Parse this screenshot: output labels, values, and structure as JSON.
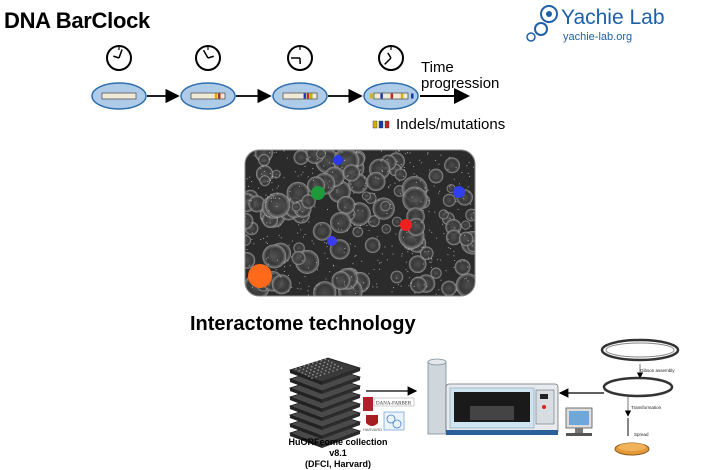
{
  "title": "DNA BarClock",
  "logo": {
    "name": "Yachie Lab",
    "url": "yachie-lab.org"
  },
  "timeline": {
    "time_label_line1": "Time",
    "time_label_line2": "progression",
    "legend_label": "Indels/mutations",
    "stages": [
      {
        "marks": []
      },
      {
        "marks": [
          "#d4b000",
          "#c0281e"
        ]
      },
      {
        "marks": [
          "#1a3aa8",
          "#c0281e",
          "#d4b000"
        ]
      },
      {
        "marks": [
          "#d4b000",
          "#1a3aa8",
          "#c0281e",
          "#d4b000",
          "#1a3aa8"
        ]
      }
    ],
    "legend_colors": [
      "#d4b000",
      "#1a3aa8",
      "#c0281e"
    ]
  },
  "section2_title": "Interactome technology",
  "collection_line1": "HuORFeome collection v8.1",
  "collection_line2": "(DFCI, Harvard)",
  "inst_label1": "DANA-FARBER",
  "inst_label2": "HARVARD",
  "step_labels": [
    "Gibson assembly",
    "Transformation",
    "Spread"
  ],
  "colors": {
    "accent": "#1f5fa8",
    "cell_fill": "#aecbe8",
    "cell_stroke": "#2f6fae"
  }
}
